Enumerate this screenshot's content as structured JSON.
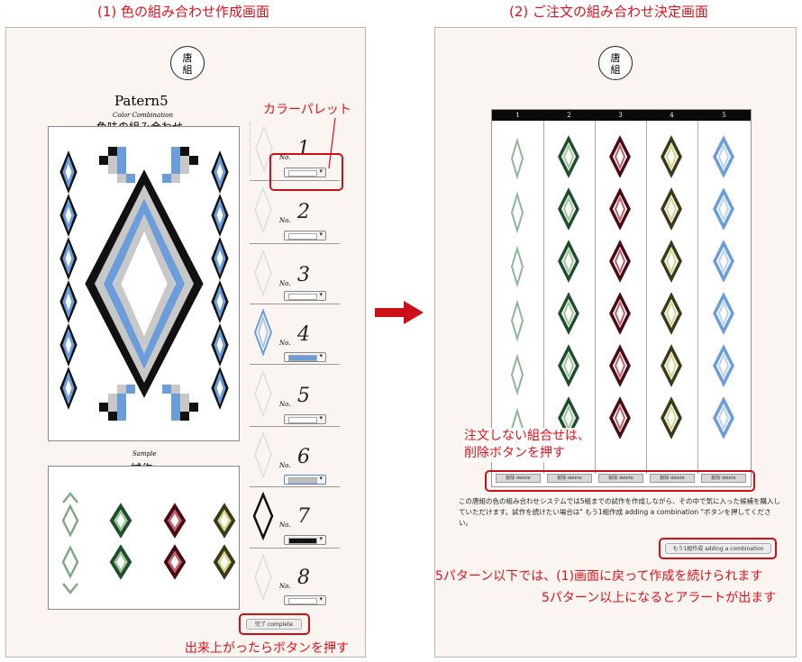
{
  "screen1": {
    "heading": "(1) 色の組み合わせ作成画面",
    "logo": [
      "唐",
      "組"
    ],
    "pattern_title": "Patern5",
    "subtitle_en": "Color Combination",
    "subtitle_ja": "色味の組み合わせ",
    "sample_en": "Sample",
    "sample_ja": "試作",
    "palette_callout": "カラーパレット",
    "complete_button": "完了 complete",
    "complete_callout": "出来上がったらボタンを押す",
    "no_label": "No.",
    "palette": [
      {
        "number": "1",
        "color": "#ffffff",
        "icon": "faint-diamond-icon"
      },
      {
        "number": "2",
        "color": "#ffffff",
        "icon": "faint-diamond-icon"
      },
      {
        "number": "3",
        "color": "#ffffff",
        "icon": "faint-diamond-icon"
      },
      {
        "number": "4",
        "color": "#6b9ddb",
        "icon": "blue-diamond-icon"
      },
      {
        "number": "5",
        "color": "#ffffff",
        "icon": "faint-diamond-icon"
      },
      {
        "number": "6",
        "color": "#bdbdbd",
        "icon": "faint-diamond-icon"
      },
      {
        "number": "7",
        "color": "#111111",
        "icon": "black-diamond-icon"
      },
      {
        "number": "8",
        "color": "#ffffff",
        "icon": "faint-diamond-icon"
      }
    ]
  },
  "screen2": {
    "heading": "(2) ご注文の組み合わせ決定画面",
    "logo": [
      "唐",
      "組"
    ],
    "columns": [
      "1",
      "2",
      "3",
      "4",
      "5"
    ],
    "delete_label": "削除 delete",
    "delete_callout_1": "注文しない組合せは、",
    "delete_callout_2": "削除ボタンを押す",
    "description": "この唐組の色の組み合わせシステムでは5組までの試作を作成しながら、その中で気に入った候補を購入していただけます。試作を続けたい場合は\" もう1組作成 adding a combination \"ボタンを押してください。",
    "add_button": "もう1組作成 adding a combination",
    "note_1": "5パターン以下では、(1)画面に戻って作成を続けられます",
    "note_2": "5パターン以上になるとアラートが出ます"
  },
  "colors": {
    "accent_red": "#e0121b",
    "pattern_blue": "#6b9ddb",
    "pattern_black": "#111111",
    "pattern_gray": "#c8c8c8",
    "green": "#2f6b3a",
    "maroon": "#7a1420",
    "olive": "#8a8a3a"
  }
}
